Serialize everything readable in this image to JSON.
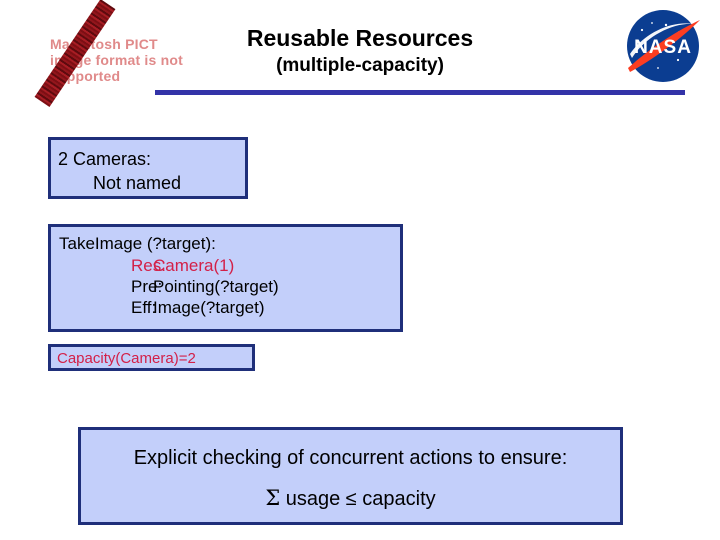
{
  "slide": {
    "title": "Reusable Resources",
    "subtitle": "(multiple-capacity)",
    "accent_rule_color": "#3333a8",
    "box_fill_color": "#c3cffa",
    "box_border_color": "#1f2f7a",
    "highlight_color": "#d32048"
  },
  "pict_placeholder": {
    "text": "Macintosh PICT image format is not supported",
    "text_color": "#e08a8a"
  },
  "logo": {
    "name": "NASA",
    "wordmark": "NASA",
    "circle_color": "#0b3d91",
    "swoosh_color": "#fc3d21"
  },
  "resource_box": {
    "line1": "2 Cameras:",
    "line2": "Not named"
  },
  "action_box": {
    "header": "TakeImage (?target):",
    "rows": [
      {
        "key": "Res:",
        "value": "Camera(1)",
        "highlight": true
      },
      {
        "key": "Pre:",
        "value": "Pointing(?target)",
        "highlight": false
      },
      {
        "key": "Eff:",
        "value": "Image(?target)",
        "highlight": false
      }
    ]
  },
  "capacity_box": {
    "text": "Capacity(Camera)=2"
  },
  "summary_box": {
    "line1": "Explicit checking of concurrent actions to ensure:",
    "sigma": "Σ",
    "line2_rest": " usage ≤ capacity"
  }
}
